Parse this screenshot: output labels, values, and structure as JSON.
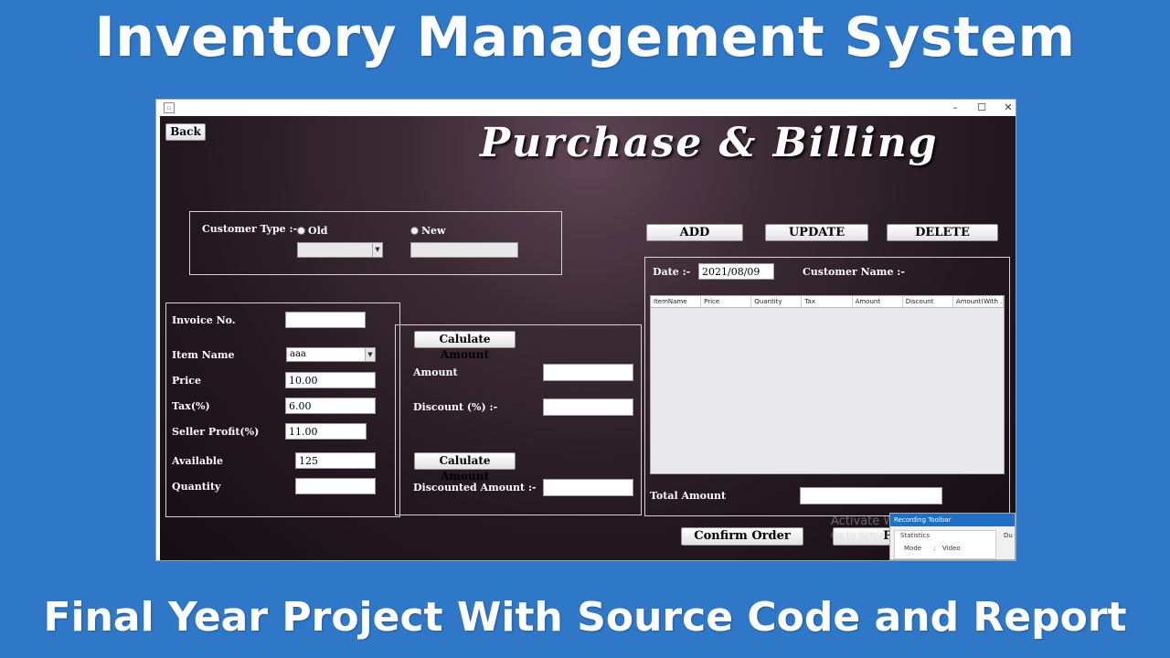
{
  "banner": {
    "top": "Inventory Management System",
    "bottom": "Final Year Project With Source Code and Report"
  },
  "window": {
    "controls": {
      "minimize": "–",
      "maximize": "☐",
      "close": "✕"
    }
  },
  "header": {
    "back_label": "Back",
    "title": "Purchase & Billing"
  },
  "customer": {
    "type_label": "Customer Type :-",
    "old_label": "Old",
    "new_label": "New"
  },
  "actions": {
    "add": "ADD",
    "update": "UPDATE",
    "delete": "DELETE"
  },
  "item_form": {
    "invoice_label": "Invoice No.",
    "invoice_value": "",
    "item_name_label": "Item Name",
    "item_name_value": "aaa",
    "price_label": "Price",
    "price_value": "10.00",
    "tax_label": "Tax(%)",
    "tax_value": "6.00",
    "seller_profit_label": "Seller Profit(%)",
    "seller_profit_value": "11.00",
    "available_label": "Available",
    "available_value": "125",
    "quantity_label": "Quantity",
    "quantity_value": ""
  },
  "amount_panel": {
    "calc_button_1": "Calulate Amount",
    "amount_label": "Amount",
    "discount_label": "Discount (%) :-",
    "calc_button_2": "Calulate Amount",
    "discounted_label": "Discounted Amount :-"
  },
  "bill_panel": {
    "date_label": "Date :-",
    "date_value": "2021/08/09",
    "customer_name_label": "Customer Name :-",
    "columns": [
      "ItemName",
      "Price",
      "Quantity",
      "Tax",
      "Amount",
      "Discount",
      "Amount(With ..."
    ],
    "total_label": "Total Amount"
  },
  "footer": {
    "confirm_label": "Confirm Order",
    "partial_label": "P"
  },
  "watermark": {
    "line1": "Activate Windows",
    "line2": "Go to Settings to activate Windows."
  },
  "recording_toolbar": {
    "title": "Recording Toolbar",
    "statistics": "Statistics",
    "mode_label": "Mode",
    "mode_sep": ":",
    "mode_value": "Video",
    "side_text": "Du"
  },
  "colors": {
    "page_background": "#2f78c8",
    "app_background": "#241820",
    "table_background": "#e9e9ed"
  }
}
